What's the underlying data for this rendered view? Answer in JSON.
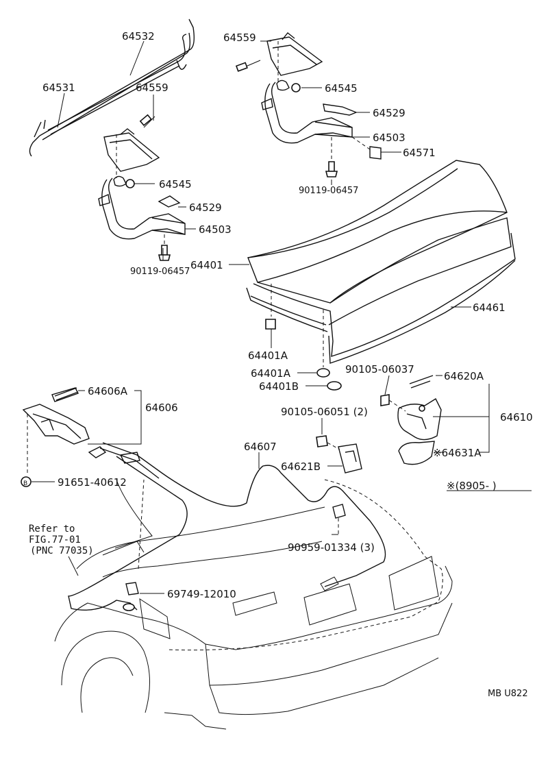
{
  "labels": {
    "p64532": "64532",
    "p64531": "64531",
    "p64559_left": "64559",
    "p64559_right": "64559",
    "p64545_left": "64545",
    "p64545_right": "64545",
    "p64529_left": "64529",
    "p64529_right": "64529",
    "p64503_left": "64503",
    "p64503_right": "64503",
    "p64571": "64571",
    "p90119_left": "90119-06457",
    "p90119_right": "90119-06457",
    "p64401": "64401",
    "p64461": "64461",
    "p64401A_upper": "64401A",
    "p64401A_lower": "64401A",
    "p64401B": "64401B",
    "p90105_06037": "90105-06037",
    "p64620A": "64620A",
    "p64610": "64610",
    "p64631A": "※64631A",
    "p90105_06051": "90105-06051 (2)",
    "p64621B": "64621B",
    "p64606A": "64606A",
    "p64606": "64606",
    "p64607": "64607",
    "p91651": "91651-40612",
    "p90959": "90959-01334 (3)",
    "p69749": "69749-12010",
    "note_range": "※(8905-      )",
    "ref_line1": "Refer to",
    "ref_line2": "FIG.77-01",
    "ref_line3": "(PNC 77035)",
    "circle_mark": "B",
    "code": "MB U822"
  }
}
